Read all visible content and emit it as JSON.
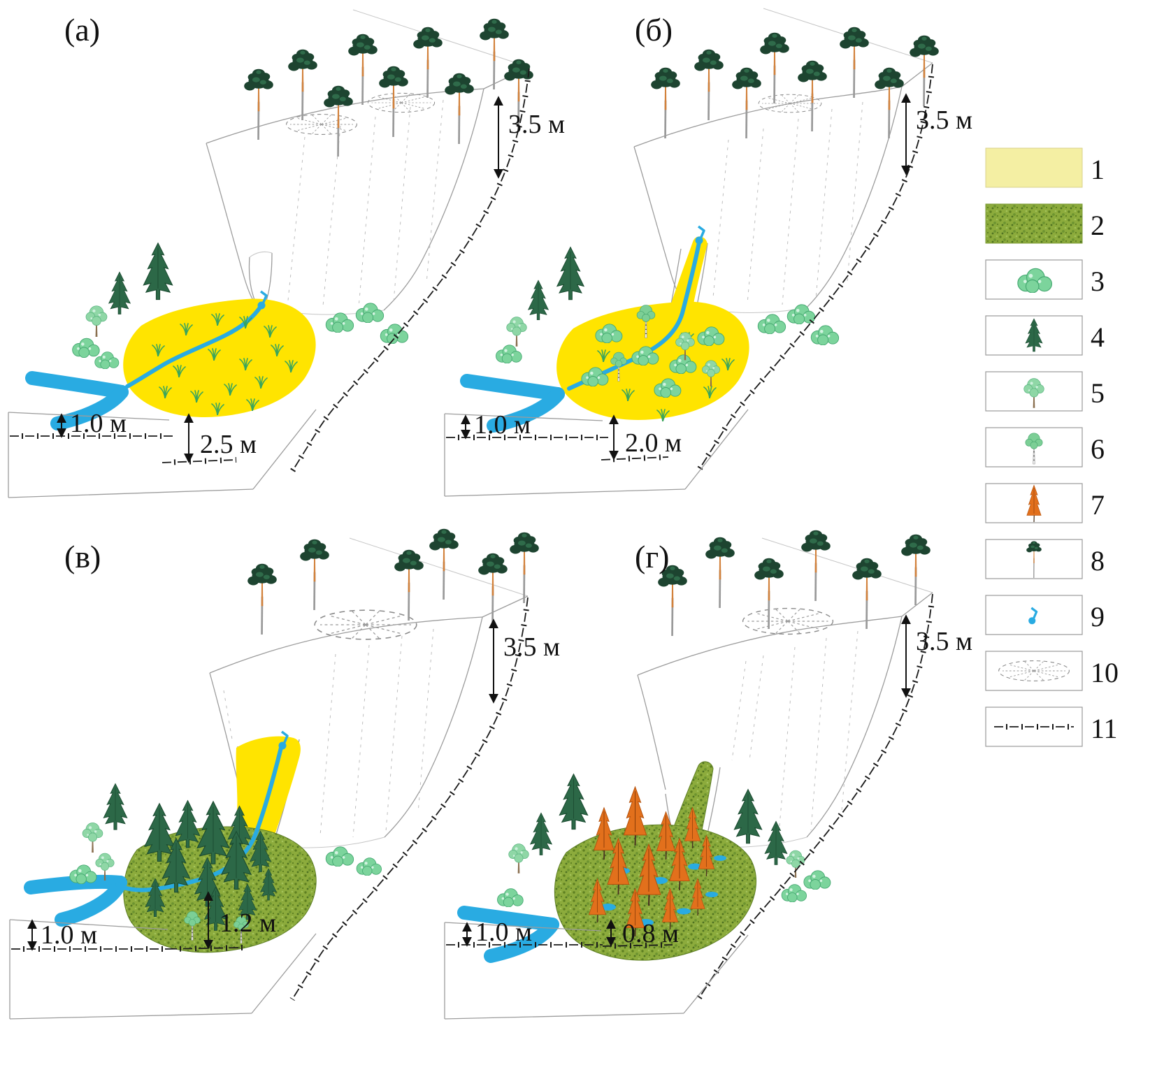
{
  "figure": {
    "type": "landscape-evolution-block-diagram",
    "panel_count": 4
  },
  "panels": [
    {
      "id": "a",
      "label": "(а)",
      "plateau_height": "3.5 м",
      "terrace_height": "1.0 м",
      "basin_depth": "2.5 м"
    },
    {
      "id": "b",
      "label": "(б)",
      "plateau_height": "3.5 м",
      "terrace_height": "1.0 м",
      "basin_depth": "2.0 м"
    },
    {
      "id": "v",
      "label": "(в)",
      "plateau_height": "3.5 м",
      "terrace_height": "1.0 м",
      "basin_depth": "1.2 м"
    },
    {
      "id": "g",
      "label": "(г)",
      "plateau_height": "3.5 м",
      "terrace_height": "1.0 м",
      "basin_depth": "0.8 м"
    }
  ],
  "legend": {
    "items": [
      {
        "number": "1",
        "icon": "bare-basin-area-swatch",
        "color": "#f4efa3"
      },
      {
        "number": "2",
        "icon": "moss-grass-cover-swatch",
        "color": "#8cab3c"
      },
      {
        "number": "3",
        "icon": "shrub-icon"
      },
      {
        "number": "4",
        "icon": "spruce-icon"
      },
      {
        "number": "5",
        "icon": "young-deciduous-tree-icon"
      },
      {
        "number": "6",
        "icon": "birch-icon"
      },
      {
        "number": "7",
        "icon": "dead-larch-icon",
        "color": "#e2701c"
      },
      {
        "number": "8",
        "icon": "pine-icon"
      },
      {
        "number": "9",
        "icon": "spring-icon",
        "color": "#29abe2"
      },
      {
        "number": "10",
        "icon": "thermokarst-sink-icon"
      },
      {
        "number": "11",
        "icon": "boundary-dashed-line-icon"
      }
    ]
  },
  "colors": {
    "basin_yellow": "#ffe400",
    "water_blue": "#29abe2",
    "moss_green": "#8cab3c",
    "dead_tree_orange": "#e2701c"
  }
}
